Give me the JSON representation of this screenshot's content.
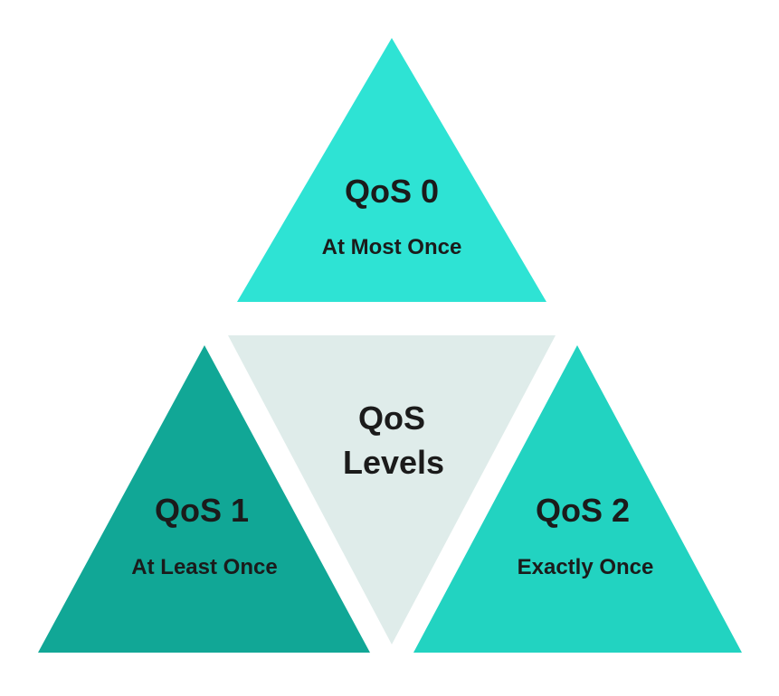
{
  "center": {
    "line1": "QoS",
    "line2": "Levels",
    "color": "#dfecea"
  },
  "levels": [
    {
      "title": "QoS 0",
      "subtitle": "At Most Once",
      "color": "#2ee3d4"
    },
    {
      "title": "QoS 1",
      "subtitle": "At Least Once",
      "color": "#11a796"
    },
    {
      "title": "QoS 2",
      "subtitle": "Exactly Once",
      "color": "#22d3c1"
    }
  ]
}
